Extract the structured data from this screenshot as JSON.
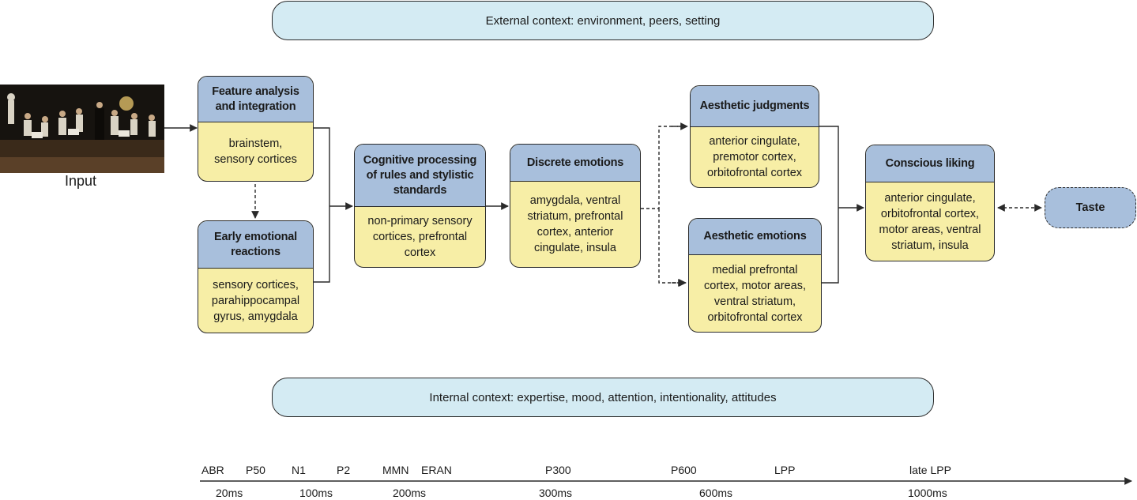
{
  "context": {
    "external": "External context: environment, peers, setting",
    "internal": "Internal context: expertise, mood, attention, intentionality, attitudes"
  },
  "input": {
    "label": "Input"
  },
  "boxes": {
    "feature": {
      "title": "Feature analysis and integration",
      "body": "brainstem,\nsensory cortices"
    },
    "early": {
      "title": "Early emotional reactions",
      "body": "sensory cortices,\nparahippocampal\ngyrus, amygdala"
    },
    "cognitive": {
      "title": "Cognitive processing of rules and stylistic standards",
      "body": "non-primary sensory\ncortices, prefrontal\ncortex"
    },
    "discrete": {
      "title": "Discrete emotions",
      "body": "amygdala, ventral\nstriatum, prefrontal\ncortex, anterior\ncingulate, insula"
    },
    "judgments": {
      "title": "Aesthetic judgments",
      "body": "anterior cingulate,\npremotor cortex,\norbitofrontal cortex"
    },
    "aesthetic": {
      "title": "Aesthetic emotions",
      "body": "medial prefrontal\ncortex, motor areas,\nventral striatum,\norbitofrontal cortex"
    },
    "liking": {
      "title": "Conscious liking",
      "body": "anterior cingulate,\norbitofrontal cortex,\nmotor areas, ventral\nstriatum, insula"
    }
  },
  "taste": {
    "label": "Taste"
  },
  "timeline": {
    "components": [
      "ABR",
      "P50",
      "N1",
      "P2",
      "MMN",
      "ERAN",
      "P300",
      "P600",
      "LPP",
      "late LPP"
    ],
    "times": [
      "20ms",
      "100ms",
      "200ms",
      "300ms",
      "600ms",
      "1000ms"
    ]
  },
  "colors": {
    "header": "#a8bfdc",
    "body": "#f7eea6",
    "context": "#d4ebf3"
  }
}
